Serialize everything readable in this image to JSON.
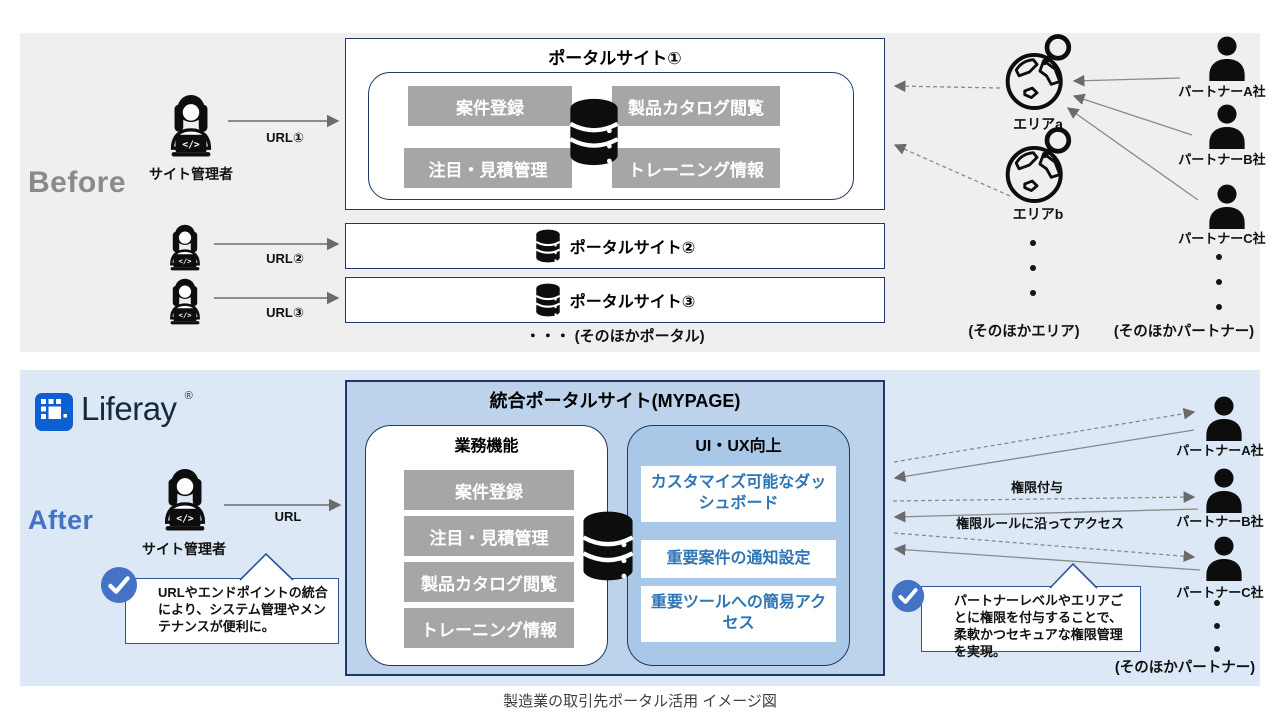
{
  "page": {
    "caption": "製造業の取引先ポータル活用 イメージ図"
  },
  "brand": {
    "name": "Liferay",
    "registered": "®"
  },
  "before": {
    "label": "Before",
    "site_admin": "サイト管理者",
    "urls": [
      "URL①",
      "URL②",
      "URL③"
    ],
    "portal1": {
      "title": "ポータルサイト①",
      "features": [
        "案件登録",
        "製品カタログ閲覧",
        "注目・見積管理",
        "トレーニング情報"
      ]
    },
    "portal2": "ポータルサイト②",
    "portal3": "ポータルサイト③",
    "other_portals": "・・・ (そのほかポータル)",
    "areas": {
      "a": "エリアa",
      "b": "エリアb",
      "other": "(そのほかエリア)"
    },
    "partners": {
      "a": "パートナーA社",
      "b": "パートナーB社",
      "c": "パートナーC社",
      "other": "(そのほかパートナー)"
    }
  },
  "after": {
    "label": "After",
    "site_admin": "サイト管理者",
    "url": "URL",
    "portal": {
      "title": "統合ポータルサイト(MYPAGE)",
      "business": {
        "title": "業務機能",
        "features": [
          "案件登録",
          "注目・見積管理",
          "製品カタログ閲覧",
          "トレーニング情報"
        ]
      },
      "uiux": {
        "title": "UI・UX向上",
        "features": [
          "カスタマイズ可能なダッシュボード",
          "重要案件の通知設定",
          "重要ツールへの簡易アクセス"
        ]
      }
    },
    "arrows": {
      "grant": "権限付与",
      "access": "権限ルールに沿ってアクセス"
    },
    "notes": {
      "left": "URLやエンドポイントの統合により、システム管理やメンテナンスが便利に。",
      "right": "パートナーレベルやエリアごとに権限を付与することで、柔軟かつセキュアな権限管理を実現。"
    },
    "partners": {
      "a": "パートナーA社",
      "b": "パートナーB社",
      "c": "パートナーC社",
      "other": "(そのほかパートナー)"
    }
  },
  "colors": {
    "before_bg": "#efefef",
    "after_bg": "#dce8f5",
    "navy_border": "#1f3864",
    "after_panel": "#bdd3ec",
    "uiux_panel": "#a9c8e8",
    "gray_button": "#a6a6a6",
    "blue_text": "#2e75b6",
    "accent_blue": "#4472c4",
    "liferay_blue": "#0d5fd3"
  }
}
